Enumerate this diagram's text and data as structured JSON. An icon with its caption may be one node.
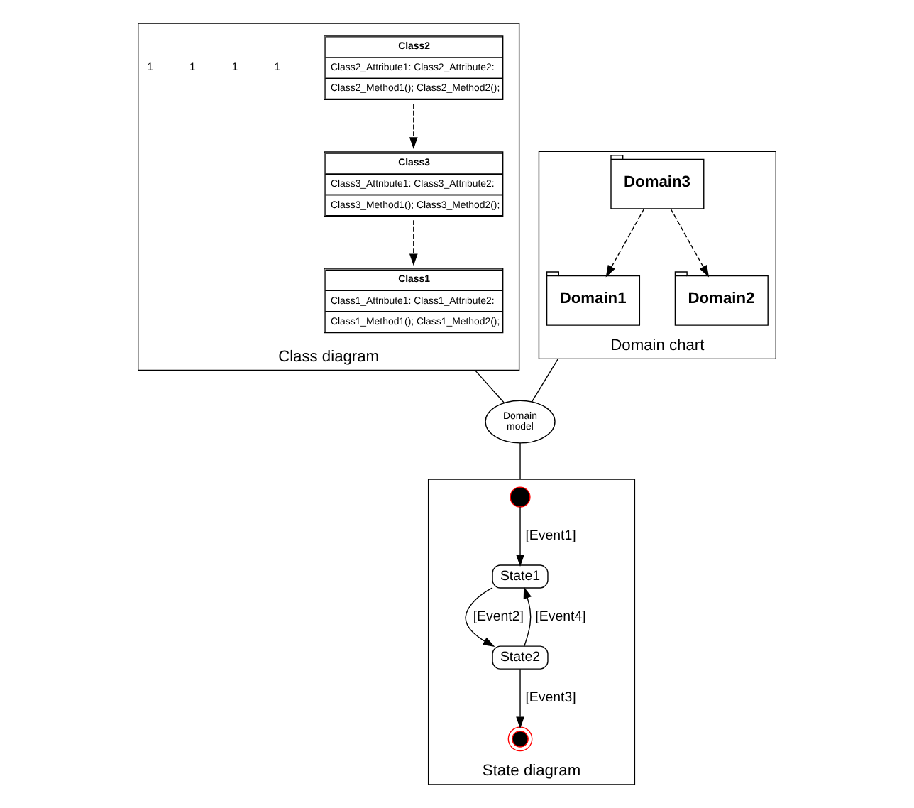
{
  "diagram": {
    "nodes": [
      {
        "text": [
          "Domain chart"
        ]
      },
      {
        "text": [
          "Domain1"
        ],
        "in": 0
      },
      {
        "text": [
          "Domain2"
        ],
        "in": 0
      },
      {
        "text": [
          "Domain3"
        ],
        "in": 0
      },
      {
        "text": [
          "Domain model"
        ]
      },
      {
        "text": [
          "Class diagram"
        ]
      },
      {
        "text": [
          "Class1",
          "Class1_Attribute1: Class1_Attribute2:",
          "Class1_Method1(); Class1_Method2();"
        ],
        "in": 5
      },
      {
        "text": [
          "Class2",
          "Class2_Attribute1: Class2_Attribute2:",
          "Class2_Method1(); Class2_Method2();"
        ],
        "in": 5
      },
      {
        "text": [
          "Class3",
          "Class3_Attribute1: Class3_Attribute2:",
          "Class3_Method1(); Class3_Method2();"
        ],
        "in": 5
      },
      {
        "text": [
          "State diagram"
        ]
      },
      {
        "text": [],
        "shape": "circle",
        "in": 9
      },
      {
        "text": [
          "State1"
        ],
        "in": 9
      },
      {
        "text": [
          "State2"
        ],
        "in": 9
      },
      {
        "text": [],
        "shape": "circle",
        "in": 9
      }
    ],
    "edges": [
      {
        "from": 3,
        "to": 1,
        "arrow": "to",
        "style": "dashed"
      },
      {
        "from": 3,
        "to": 2,
        "arrow": "to",
        "style": "dashed"
      },
      {
        "from": 0,
        "to": 4,
        "arrow": "none"
      },
      {
        "from": 5,
        "to": 4,
        "arrow": "none"
      },
      {
        "from": 4,
        "to": 9,
        "arrow": "none"
      },
      {
        "from": 8,
        "to": 6,
        "arrow": "to",
        "style": "dashed"
      },
      {
        "from": 7,
        "to": 8,
        "arrow": "to",
        "style": "dashed"
      },
      {
        "from": 10,
        "to": 11,
        "arrow": "to",
        "label": "[Event1]"
      },
      {
        "from": 11,
        "to": 12,
        "arrow": "to",
        "label": "[Event2]"
      },
      {
        "from": 12,
        "to": 11,
        "arrow": "to",
        "label": "[Event4]"
      },
      {
        "from": 12,
        "to": 13,
        "arrow": "to",
        "label": "[Event3]"
      }
    ],
    "labels": [
      "1",
      "1",
      "1",
      "1"
    ]
  }
}
